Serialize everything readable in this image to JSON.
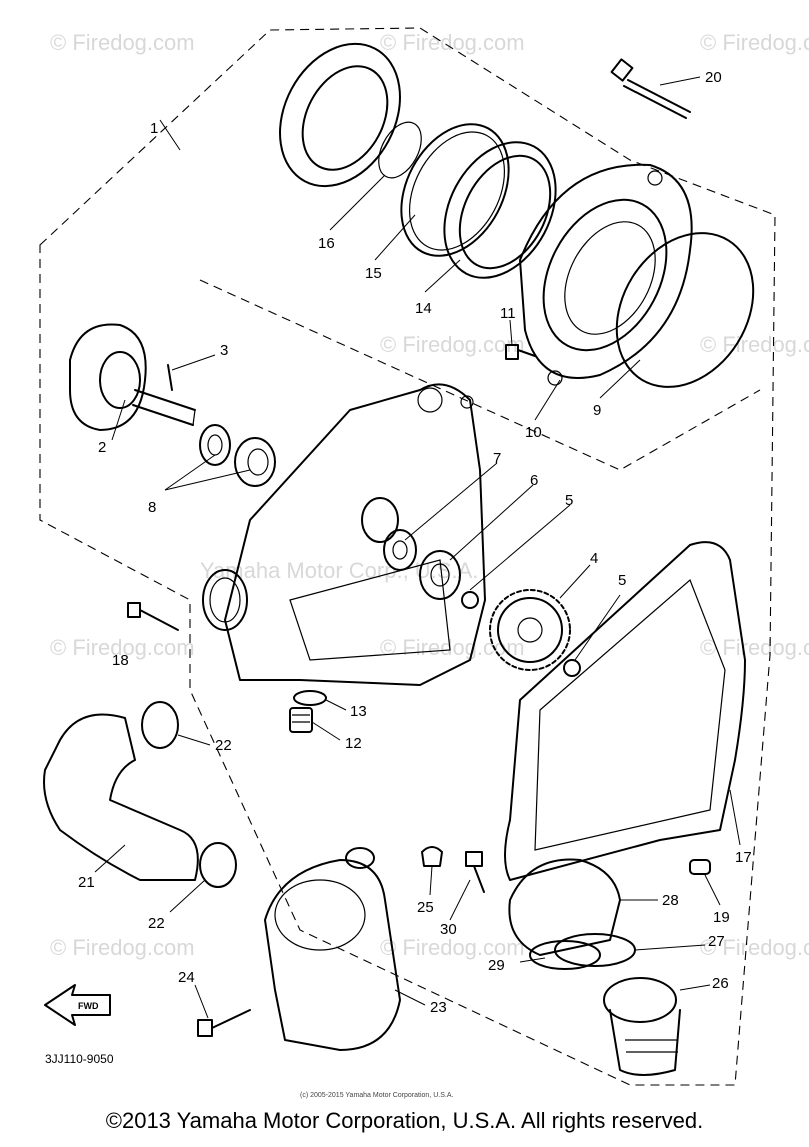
{
  "watermark": "© Firedog.com",
  "center_watermark": "Yamaha Motor Corp., U.S.A.",
  "diagram_code": "3JJ110-9050",
  "fwd_label": "FWD",
  "small_copyright": "(c) 2005-2015 Yamaha Motor Corporation, U.S.A.",
  "footer": "©2013 Yamaha Motor Corporation, U.S.A. All rights reserved.",
  "callouts": [
    "1",
    "2",
    "3",
    "4",
    "5",
    "5",
    "6",
    "7",
    "8",
    "9",
    "10",
    "11",
    "12",
    "13",
    "14",
    "15",
    "16",
    "17",
    "18",
    "19",
    "20",
    "21",
    "22",
    "22",
    "23",
    "24",
    "25",
    "26",
    "27",
    "28",
    "29",
    "30"
  ]
}
